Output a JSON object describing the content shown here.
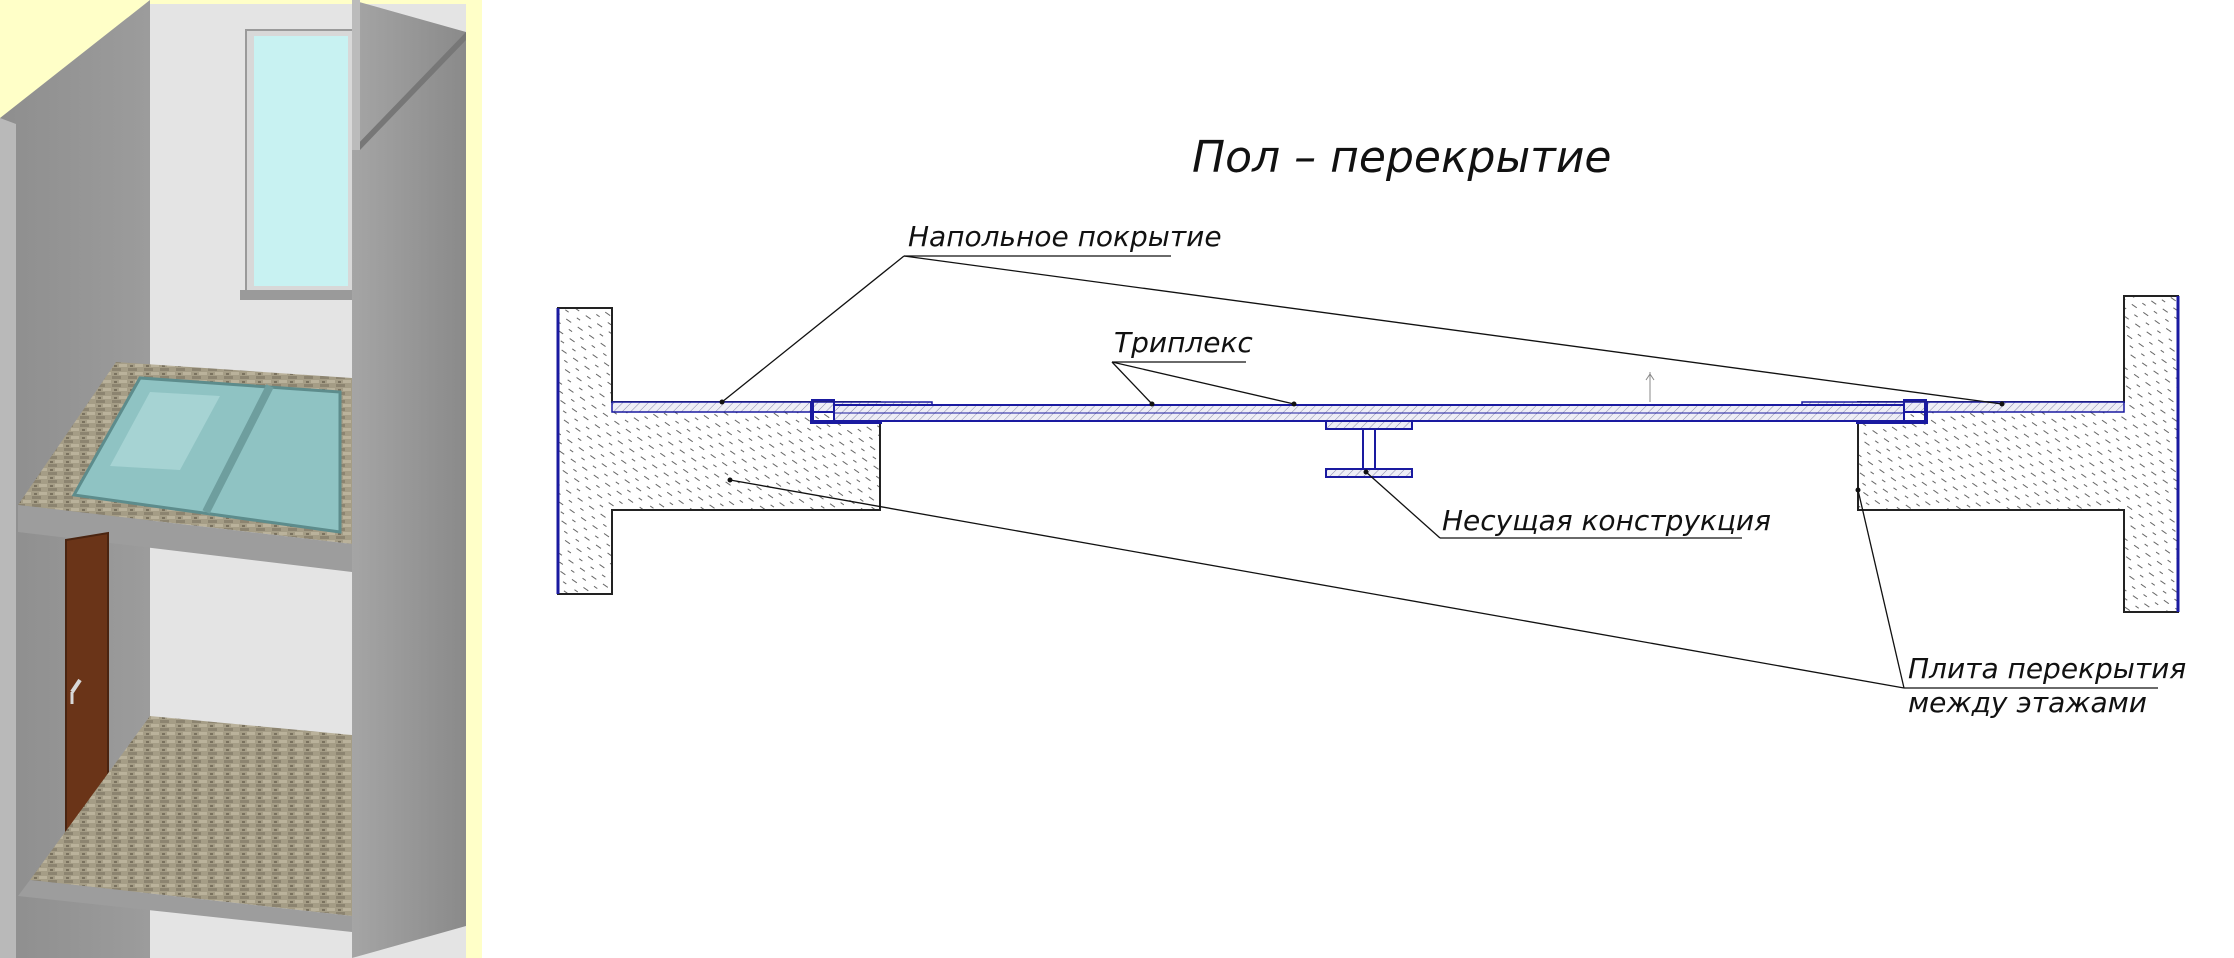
{
  "title": "Пол – перекрытие",
  "labels": {
    "floor_covering": "Напольное покрытие",
    "triplex": "Триплекс",
    "load_bearing": "Несущая конструкция",
    "slab_line1": "Плита перекрытия",
    "slab_line2": "между этажами"
  },
  "colors": {
    "background_left": "#ffffc8",
    "wall_grey": "#c8c8c8",
    "glass": "#9ed6d6",
    "door": "#6a3418",
    "floor_tile": "#a29a82",
    "drawing_blue": "#1a1aa0",
    "hatch": "#555555"
  },
  "icons": {
    "render": "two-storey-room-cutaway-3d",
    "section": "floor-slab-section-drawing"
  }
}
